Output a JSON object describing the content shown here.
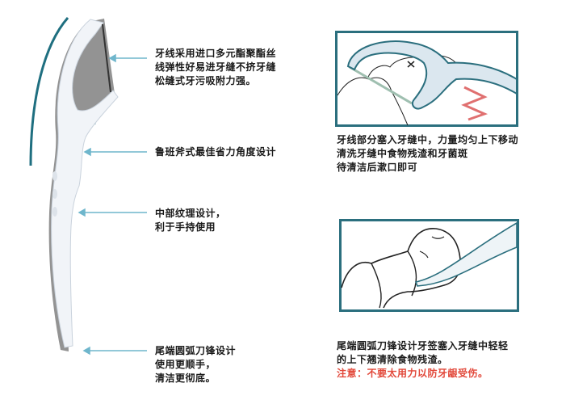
{
  "left_callouts": [
    {
      "lines": [
        "牙线采用进口多元酯聚酯丝",
        "线弹性好易进牙缝不挤牙缝",
        "松缝式牙污吸附力强。"
      ]
    },
    {
      "lines": [
        "鲁班斧式最佳省力角度设计"
      ]
    },
    {
      "lines": [
        "中部纹理设计，",
        "利于手持使用"
      ]
    },
    {
      "lines": [
        "尾端圆弧刀锋设计",
        "使用更顺手，",
        "清洁更彻底。"
      ]
    }
  ],
  "right_panels": [
    {
      "lines": [
        "牙线部分塞入牙缝中，力量均匀上下移动",
        "清洗牙缝中食物残渣和牙菌斑",
        "待清洁后漱口即可"
      ]
    },
    {
      "lines": [
        "尾端圆弧刀锋设计牙签塞入牙缝中轻轻",
        "的上下翘清除食物残渣。"
      ],
      "warning": "注意：不要太用力以防牙龈受伤。"
    }
  ],
  "colors": {
    "accent": "#1f6f80",
    "arrow": "#6fb6cc",
    "frame": "#2b6f7e",
    "pick_fill": "#dbe7ef",
    "warning": "#e2483a",
    "zigzag": "#e07070"
  }
}
